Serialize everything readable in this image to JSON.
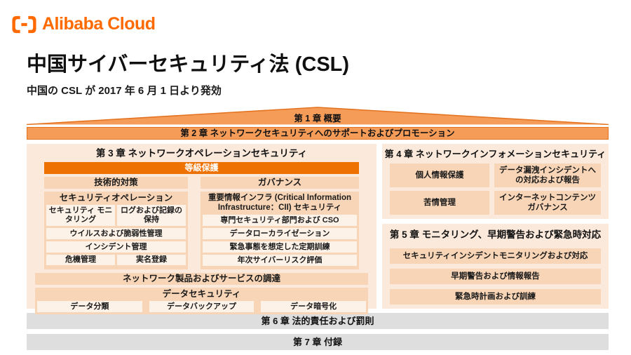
{
  "brand": {
    "logo_text": "Alibaba Cloud",
    "logo_color": "#FF6A00"
  },
  "header": {
    "title": "中国サイバーセキュリティ法 (CSL)",
    "subtitle": "中国の CSL が 2017 年 6 月 1 日より発効"
  },
  "colors": {
    "accent_strong": "#EE7203",
    "accent_medium": "#F59C59",
    "accent_border": "#E4721F",
    "panel_bg": "#FBE9DC",
    "box_medium": "#F8D5B6",
    "box_light": "#FDF2E8",
    "gray_bar": "#DEDEDE"
  },
  "diagram": {
    "chapter1": {
      "label": "第 1 章 概要"
    },
    "chapter2": {
      "label": "第 2 章 ネットワークセキュリティへのサポートおよびプロモーション"
    },
    "chapter3": {
      "title": "第 3 章 ネットワークオペレーションセキュリティ",
      "grade_protection": "等級保護",
      "col_headers": {
        "left": "技術的対策",
        "right": "ガバナンス"
      },
      "security_operation": {
        "title": "セキュリティオペレーション",
        "row1": [
          "セキュリティ モニタリング",
          "ログおよび記録の 保持"
        ],
        "item1": "ウイルスおよび脆弱性管理",
        "item2": "インシデント管理",
        "row2": [
          "危機管理",
          "実名登録"
        ]
      },
      "cii": {
        "title": "重要情報インフラ (Critical Information Infrastructure：CII) セキュリティ",
        "items": [
          "専門セキュリティ部門および CSO",
          "データローカライゼーション",
          "緊急事態を想定した定期訓練",
          "年次サイバーリスク評価"
        ]
      },
      "procurement": "ネットワーク製品およびサービスの調達",
      "data_security": {
        "title": "データセキュリティ",
        "items": [
          "データ分類",
          "データバックアップ",
          "データ暗号化"
        ]
      }
    },
    "chapter4": {
      "title": "第 4 章 ネットワークインフォメーションセキュリティ",
      "cells": [
        "個人情報保護",
        "データ漏洩インシデントへの対応および報告",
        "苦情管理",
        "インターネットコンテンツガバナンス"
      ]
    },
    "chapter5": {
      "title": "第 5 章 モニタリング、早期警告および緊急時対応",
      "rows": [
        "セキュリティインシデントモニタリングおよび対応",
        "早期警告および情報報告",
        "緊急時計画および訓練"
      ]
    },
    "chapter6": {
      "label": "第 6 章 法的責任および罰則"
    },
    "chapter7": {
      "label": "第 7 章 付録"
    }
  }
}
